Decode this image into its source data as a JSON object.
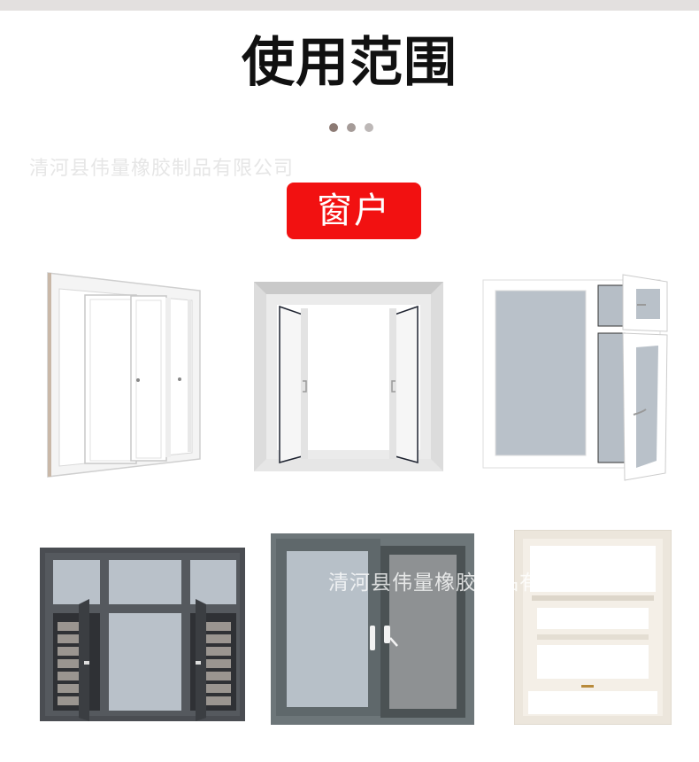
{
  "header": {
    "title": "使用范围",
    "dots": [
      "#8c7a74",
      "#a59b98",
      "#bdb8b7"
    ]
  },
  "watermark": {
    "text": "清河县伟量橡胶制品有限公司"
  },
  "category": {
    "label": "窗户",
    "color": "#f21111"
  },
  "products": [
    {
      "name": "white-sliding-window",
      "desc": "White PVC sliding window, two sashes"
    },
    {
      "name": "white-double-casement-open",
      "desc": "White casement window with two open sashes"
    },
    {
      "name": "white-casement-transom",
      "desc": "White casement window with open top transom and side sash"
    },
    {
      "name": "dark-grey-casement-grille",
      "desc": "Dark grey aluminium casement window with security grilles"
    },
    {
      "name": "grey-sliding-screen",
      "desc": "Grey aluminium sliding window with insect screen"
    },
    {
      "name": "cream-sash-window",
      "desc": "Cream vertical sliding sash window"
    }
  ]
}
